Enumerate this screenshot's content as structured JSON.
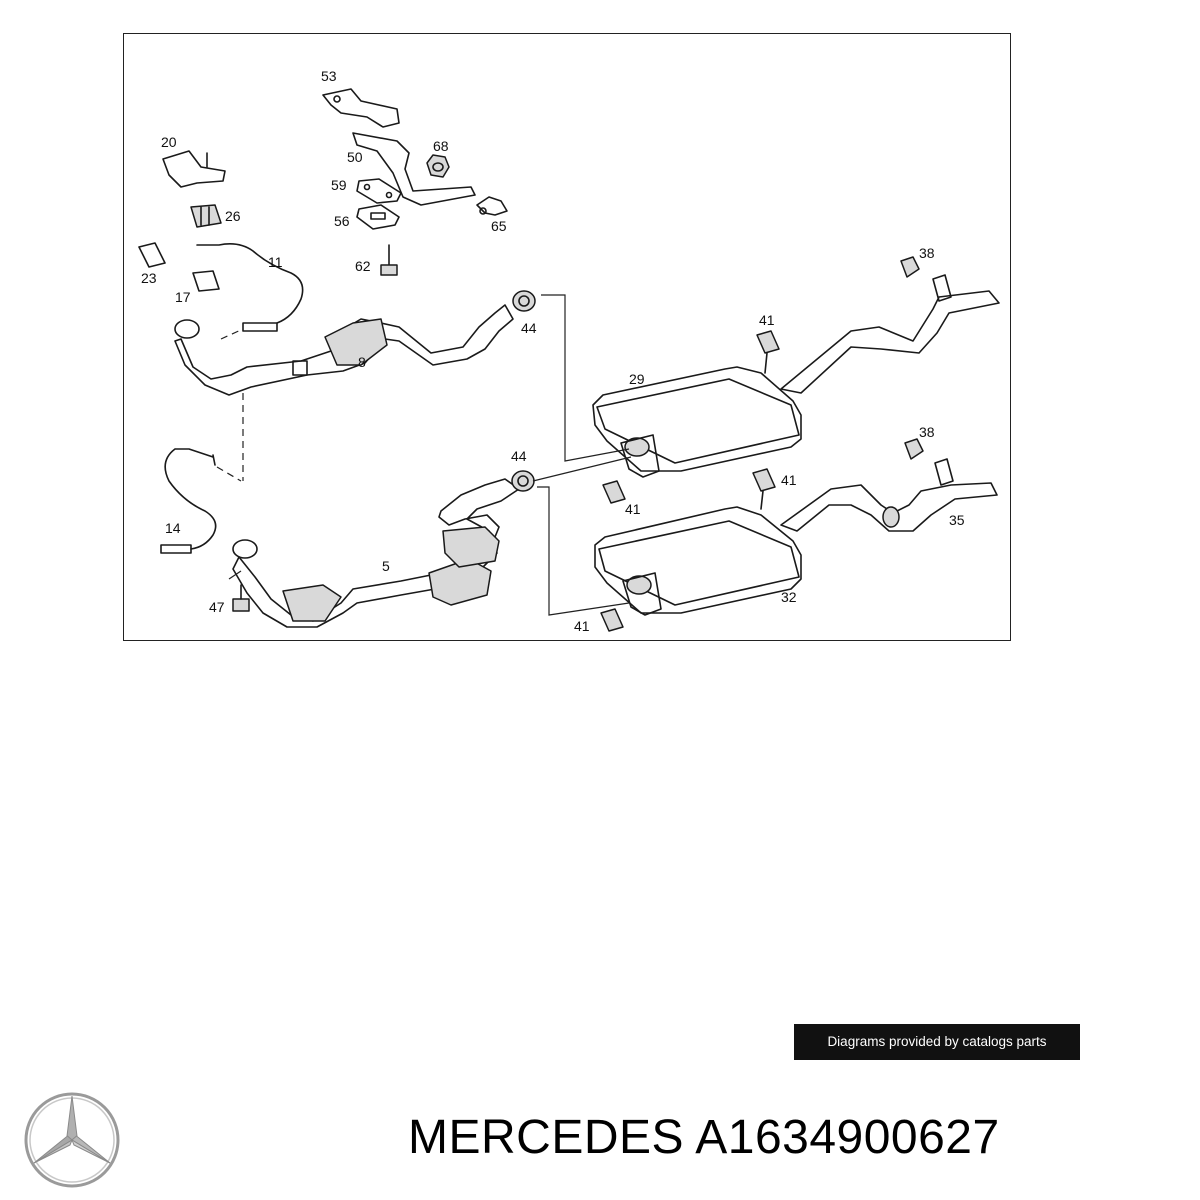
{
  "diagram": {
    "callouts": [
      "53",
      "68",
      "20",
      "50",
      "59",
      "26",
      "65",
      "56",
      "11",
      "62",
      "23",
      "17",
      "44",
      "8",
      "38",
      "41",
      "29",
      "44",
      "38",
      "41",
      "41",
      "14",
      "35",
      "5",
      "47",
      "32",
      "41"
    ]
  },
  "watermark": {
    "text": "Diagrams provided by catalogs parts"
  },
  "product": {
    "title": "MERCEDES A1634900627"
  },
  "brand": {
    "logo_icon": "mercedes-star-logo-icon"
  }
}
